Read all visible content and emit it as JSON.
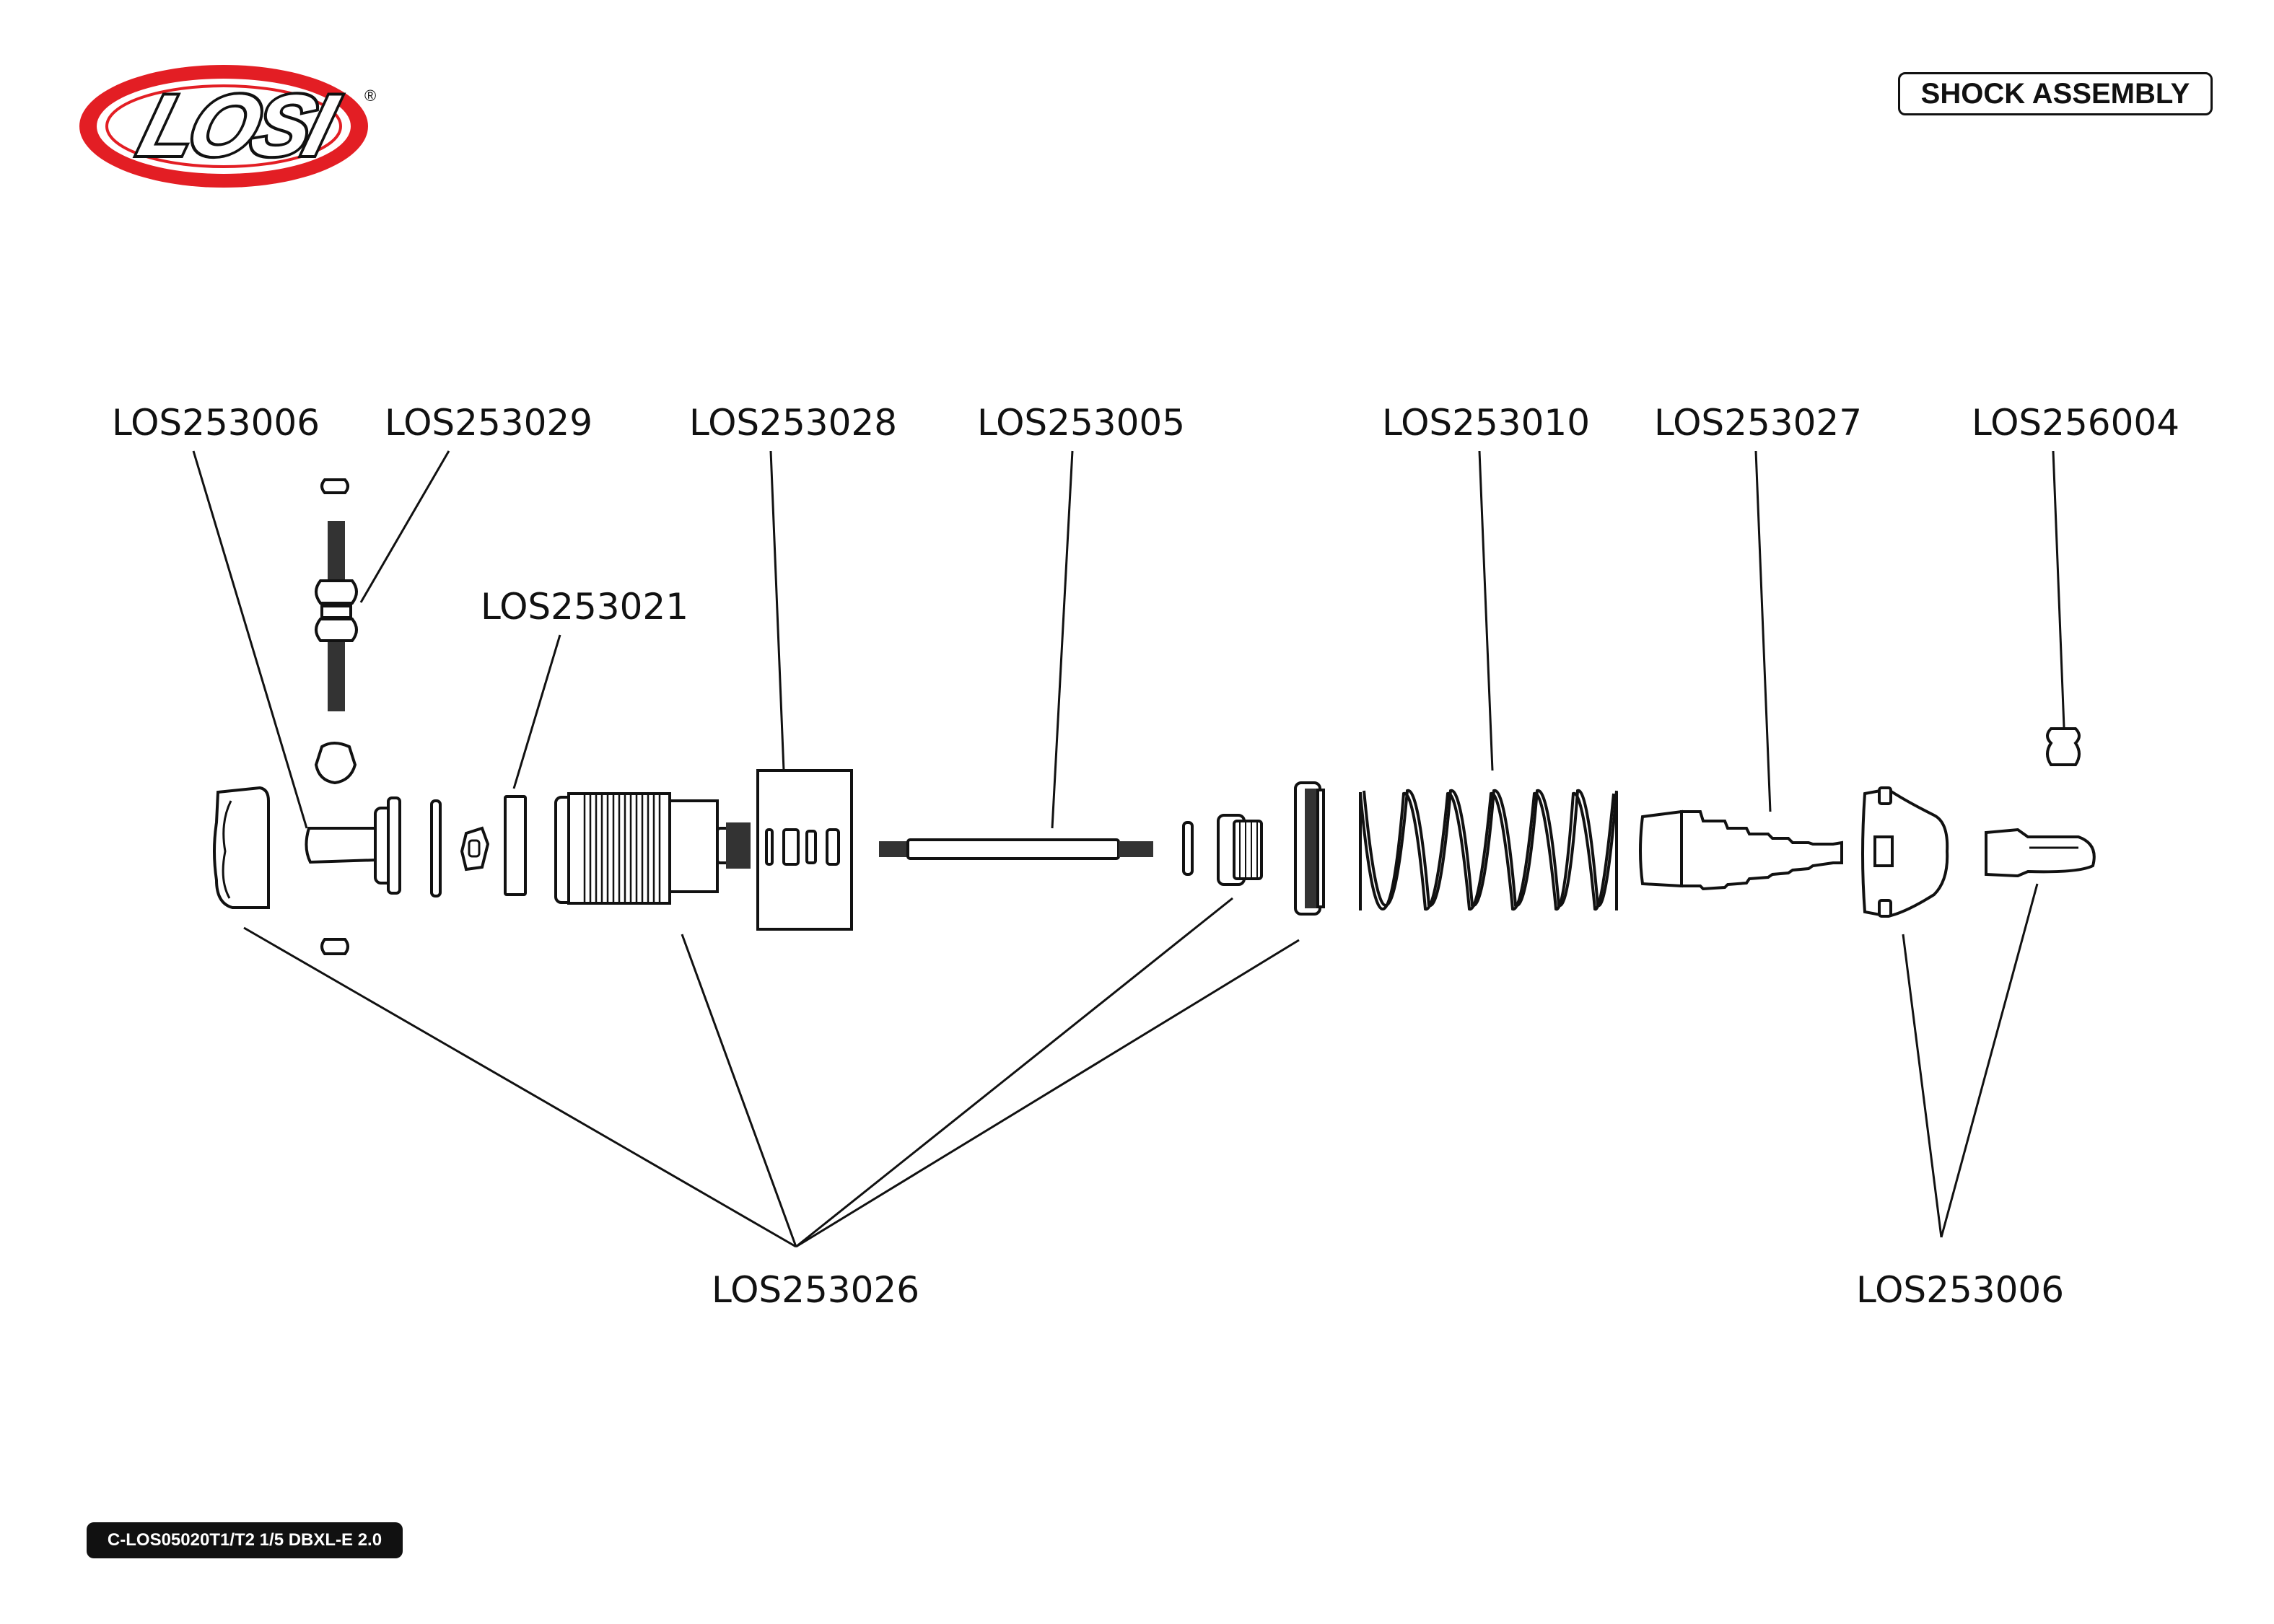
{
  "header": {
    "brand": "LOSI",
    "registered_mark": "®",
    "title": "SHOCK ASSEMBLY"
  },
  "callouts": {
    "top": [
      "LOS253006",
      "LOS253029",
      "LOS253028",
      "LOS253005",
      "LOS253010",
      "LOS253027",
      "LOS256004"
    ],
    "mid": "LOS253021",
    "bottom_left": "LOS253026",
    "bottom_right": "LOS253006"
  },
  "footer": {
    "model": "C-LOS05020T1/T2 1/5 DBXL-E 2.0"
  },
  "colors": {
    "logo_red": "#e31e24",
    "ink": "#111111"
  }
}
